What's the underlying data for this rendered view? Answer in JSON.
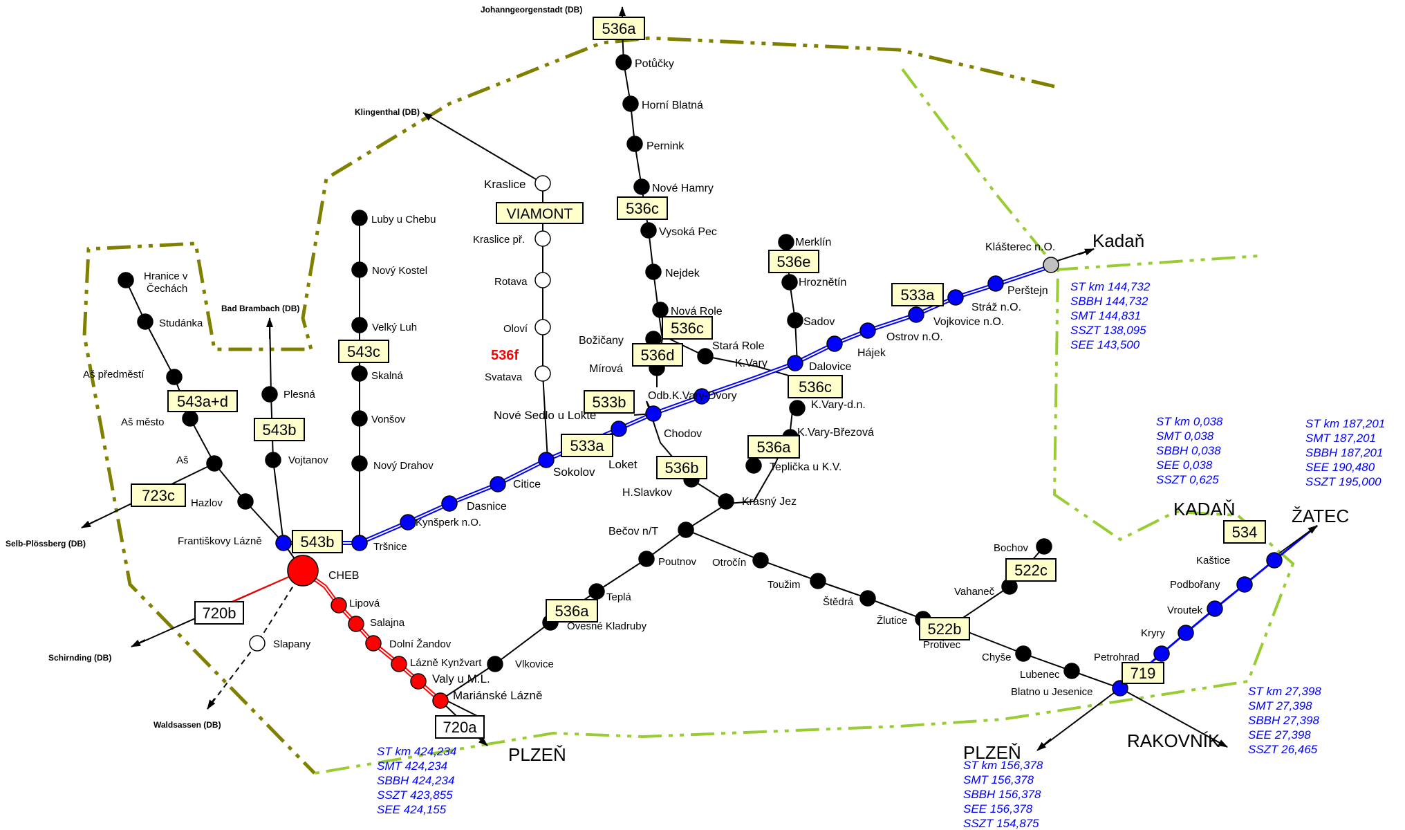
{
  "colors": {
    "border_olive": "#808000",
    "border_lime": "#99cc33",
    "station_black": "#000000",
    "station_blue": "#0000ff",
    "station_red": "#ff0000",
    "station_white": "#ffffff",
    "station_grey": "#c0c0c0",
    "label_box_fill": "#ffffcc",
    "km_text": "#0000ff",
    "red_label": "#ff0000"
  },
  "destinations": {
    "johanngeorgenstadt": "Johanngeorgenstadt (DB)",
    "klingenthal": "Klingenthal (DB)",
    "bad_brambach": "Bad Brambach (DB)",
    "selb": "Selb-Plössberg (DB)",
    "schirnding": "Schirnding (DB)",
    "waldsassen": "Waldsassen (DB)",
    "plzen_west": "PLZEŇ",
    "plzen_east": "PLZEŇ",
    "kadan_north": "Kadaň",
    "kadan_east": "KADAŇ",
    "zatec": "ŽATEC",
    "rakovnik": "RAKOVNÍK"
  },
  "line_labels": {
    "l536a_top": "536a",
    "viamont": "VIAMONT",
    "l536c_top": "536c",
    "l536e": "536e",
    "l533a_right": "533a",
    "l536c_mid": "536c",
    "l536d": "536d",
    "l533b": "533b",
    "l536c_kv": "536c",
    "l543c": "543c",
    "l543a_d": "543a+d",
    "l543b_top": "543b",
    "l723c": "723c",
    "l543b_bottom": "543b",
    "l533a_left": "533a",
    "l536b": "536b",
    "l536a_mid": "536a",
    "l536a_bottom": "536a",
    "l720b": "720b",
    "l720a": "720a",
    "l522c": "522c",
    "l522b": "522b",
    "l534": "534",
    "l719": "719",
    "l536f": "536f"
  },
  "stations": {
    "potucky": "Potůčky",
    "horni_blatna": "Horní Blatná",
    "pernink": "Pernink",
    "nove_hamry": "Nové Hamry",
    "vysoka_pec": "Vysoká Pec",
    "nejdek": "Nejdek",
    "nova_role": "Nová Role",
    "bozicany": "Božičany",
    "stara_role": "Stará Role",
    "mirova": "Mírová",
    "kvary": "K.Vary",
    "kraslice": "Kraslice",
    "kraslice_pr": "Kraslice př.",
    "rotava": "Rotava",
    "olovi": "Oloví",
    "svatava": "Svatava",
    "nove_sedlo": "Nové Sedlo u Lokte",
    "odb_kvary_dvory": "Odb.K.Vary-Dvory",
    "chodov": "Chodov",
    "loket": "Loket",
    "sokolov": "Sokolov",
    "citice": "Citice",
    "dasnice": "Dasnice",
    "kynsperk": "Kynšperk n.O.",
    "trsnice": "Tršnice",
    "cheb": "CHEB",
    "frantiskovy_lazne": "Františkovy Lázně",
    "luby": "Luby u Chebu",
    "novy_kostel": "Nový Kostel",
    "velky_luh": "Velký Luh",
    "skalna": "Skalná",
    "vonsov": "Vonšov",
    "novy_drahov": "Nový Drahov",
    "hranice_1": "Hranice v",
    "hranice_2": "Čechách",
    "studanka": "Studánka",
    "as_predmesti": "Aš předměstí",
    "as_mesto": "Aš město",
    "as": "Aš",
    "hazlov": "Hazlov",
    "plesna": "Plesná",
    "vojtanov": "Vojtanov",
    "lipova": "Lipová",
    "salajna": "Salajna",
    "dolni_zandov": "Dolní Žandov",
    "lazne_kynzvart": "Lázně Kynžvart",
    "valy": "Valy u M.L.",
    "marianske_lazne": "Mariánské Lázně",
    "slapany": "Slapany",
    "merklin": "Merklín",
    "hroznetin": "Hroznětín",
    "sadov": "Sadov",
    "dalovice": "Dalovice",
    "hajek": "Hájek",
    "ostrov": "Ostrov n.O.",
    "vojkovice": "Vojkovice n.O.",
    "straz": "Stráž n.O.",
    "perstejn": "Perštejn",
    "klasterec": "Klášterec n.O.",
    "kvary_dn": "K.Vary-d.n.",
    "kvary_brezova": "K.Vary-Březová",
    "teplicka": "Teplička u K.V.",
    "krasny_jez": "Krásný Jez",
    "hslavkov": "H.Slavkov",
    "becov": "Bečov n/T",
    "poutnov": "Poutnov",
    "tepla": "Teplá",
    "ovesne_kladruby": "Ovesné Kladruby",
    "vlkovice": "Vlkovice",
    "otrocin": "Otročín",
    "touzim": "Toužim",
    "stedra": "Štědrá",
    "zlutice": "Žlutice",
    "protivec": "Protivec",
    "vahanec": "Vahaneč",
    "bochov": "Bochov",
    "chyse": "Chyše",
    "lubenec": "Lubenec",
    "blatno": "Blatno u Jesenice",
    "petrohrad": "Petrohrad",
    "kryry": "Kryry",
    "vroutek": "Vroutek",
    "podborany": "Podbořany",
    "kastice": "Kaštice"
  },
  "km_blocks": {
    "cheb_border": [
      "ST km 424,234",
      "SMT   424,234",
      "SBBH 424,234",
      "SSZT  423,855",
      "SEE   424,155"
    ],
    "plzen": [
      "ST km  156,378",
      "SMT    156,378",
      "SBBH   156,378",
      "SEE     156,378",
      "SSZT   154,875"
    ],
    "klasterec": [
      "ST km 144,732",
      "SBBH  144,732",
      "SMT    144,831",
      "SSZT  138,095",
      "SEE    143,500"
    ],
    "kadan": [
      "ST  km 0,038",
      "SMT      0,038",
      "SBBH    0,038",
      "SEE      0,038",
      "SSZT    0,625"
    ],
    "zatec": [
      "ST km 187,201",
      "SMT     187,201",
      "SBBH   187,201",
      "SEE    190,480",
      "SSZT  195,000"
    ],
    "rakovnik": [
      "ST km 27,398",
      "SMT     27,398",
      "SBBH  27,398",
      "SEE      27,398",
      "SSZT   26,465"
    ]
  }
}
